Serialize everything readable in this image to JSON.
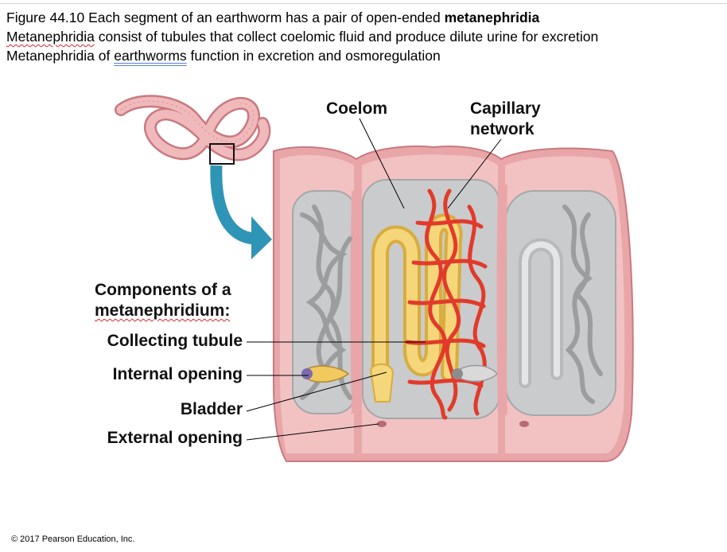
{
  "caption": {
    "line1_prefix": "Figure 44.10 Each segment of an earthworm has a pair of open-ended ",
    "line1_bold": "metanephridia",
    "line2_word": "Metanephridia",
    "line2_rest": " consist of tubules that collect coelomic fluid and produce dilute urine for excretion",
    "line3_prefix": "Metanephridia of ",
    "line3_word": "earthworms",
    "line3_rest": " function in excretion and osmoregulation"
  },
  "labels": {
    "coelom": "Coelom",
    "capillary_line1": "Capillary",
    "capillary_line2": "network",
    "components_line1": "Components of a",
    "components_line2": "metanephridium:",
    "collecting_tubule": "Collecting tubule",
    "internal_opening": "Internal opening",
    "bladder": "Bladder",
    "external_opening": "External opening"
  },
  "copyright": "© 2017 Pearson Education, Inc.",
  "colors": {
    "worm_skin": "#e9a6a9",
    "worm_dark": "#c97a80",
    "tubule_yellow": "#f6d67a",
    "capillary_red": "#e23a2a",
    "coelom_gray": "#c9cbcc",
    "arrow_blue": "#2f95b6"
  }
}
